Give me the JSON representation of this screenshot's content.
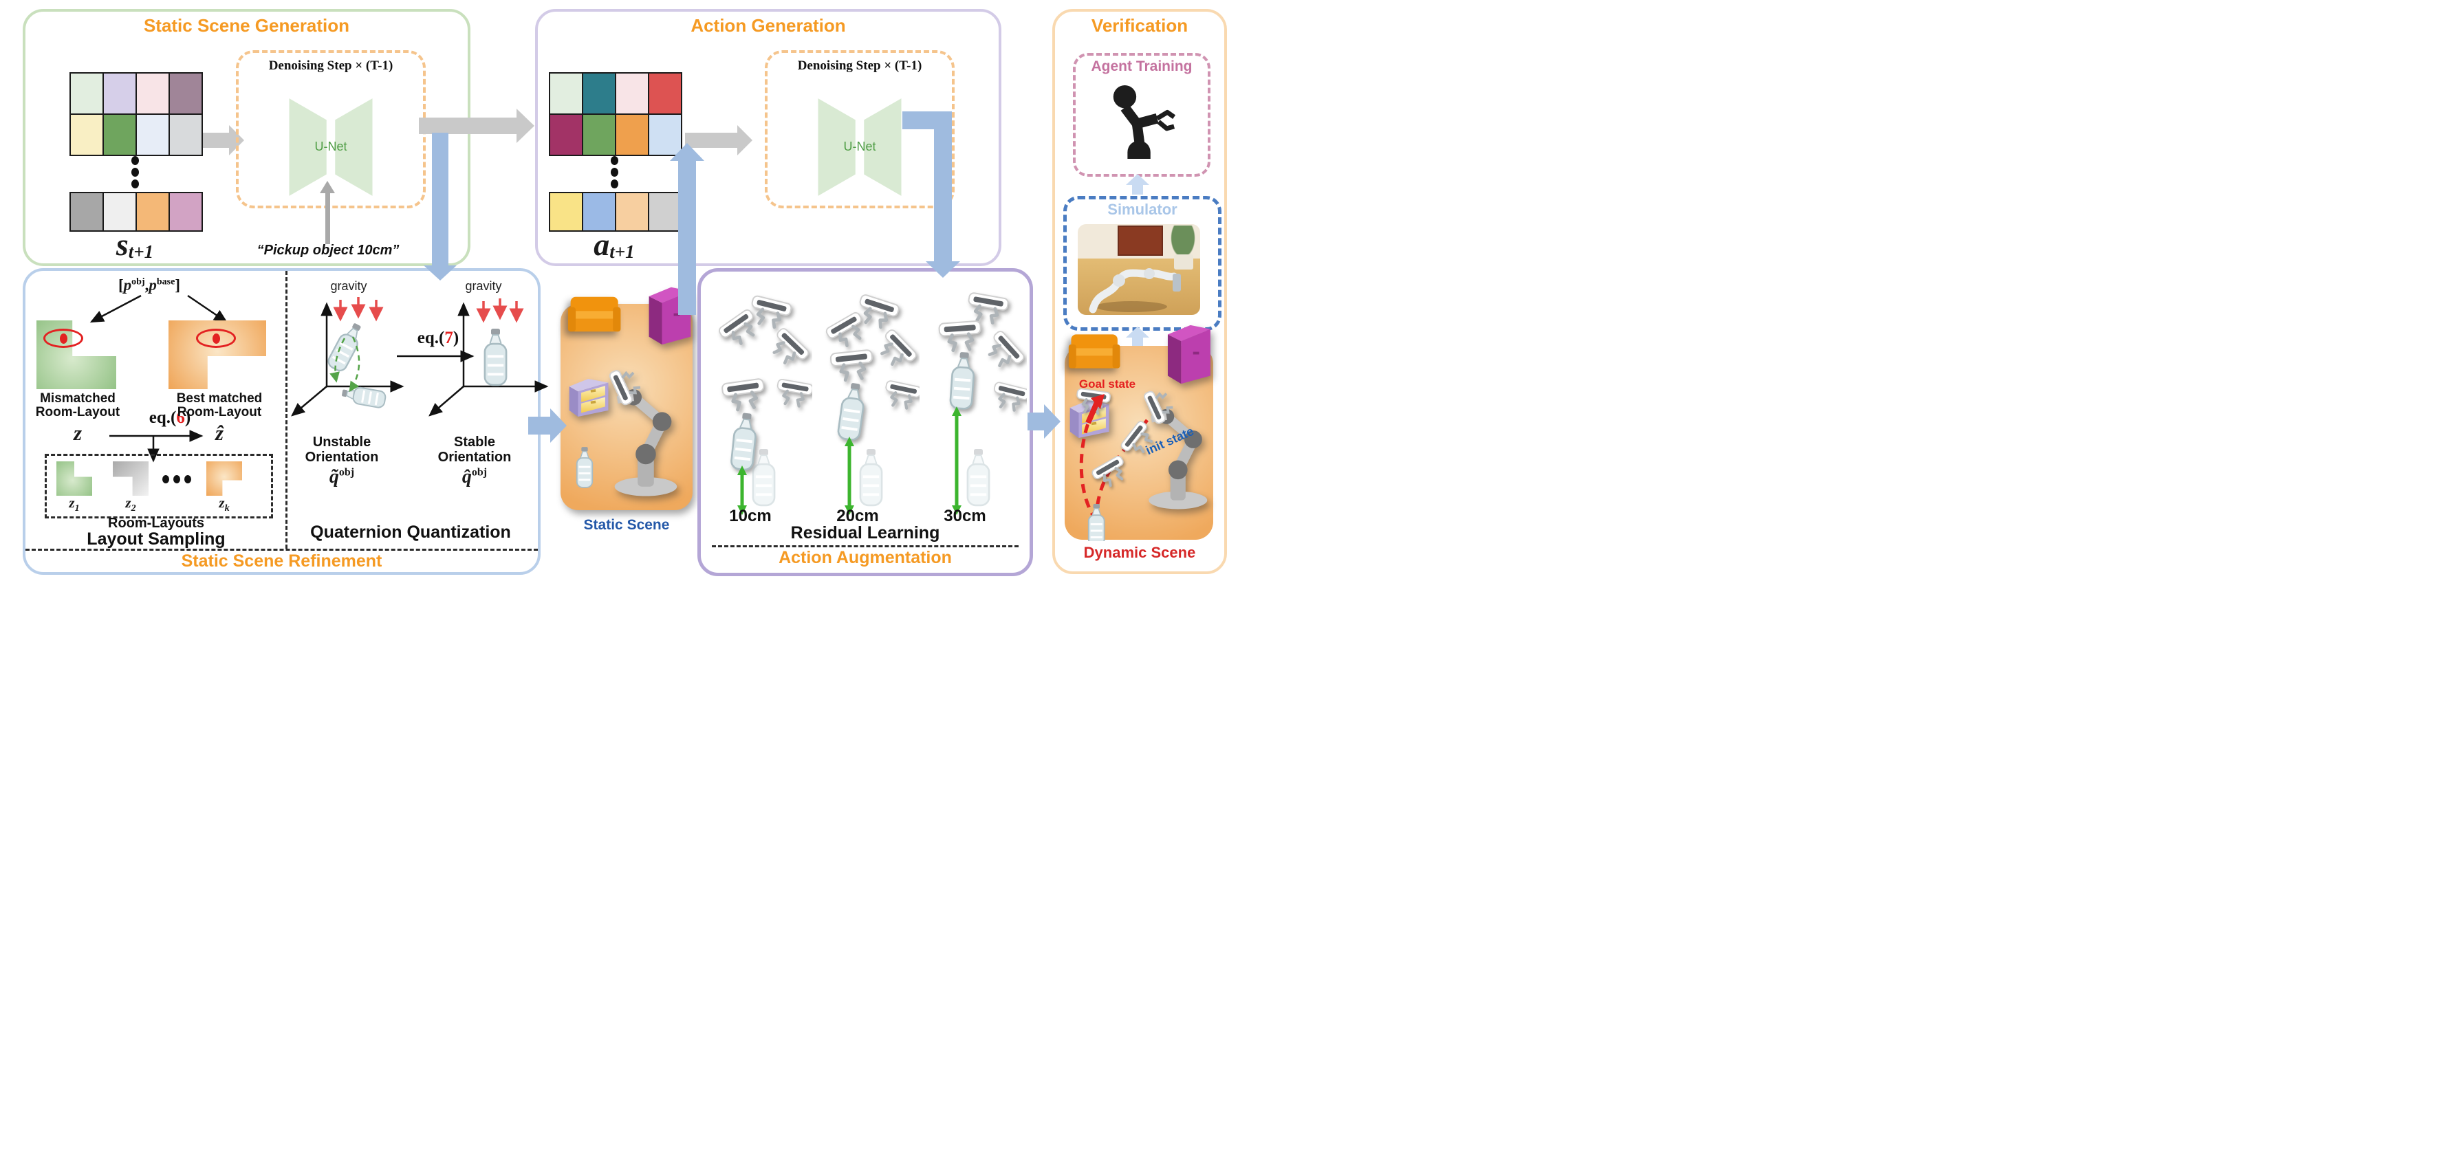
{
  "colors": {
    "accent_orange": "#F59A23",
    "panel_green": "#c9e0bd",
    "panel_purple": "#d3cbe7",
    "panel_residual": "#b4a6d6",
    "panel_verif": "#f9d9b0",
    "panel_refine": "#b9cfea",
    "denoise_dash": "#f5c48c",
    "unet_fill": "#d9ead3",
    "unet_text": "#4f9d45",
    "arrow_gray": "#c9c9c9",
    "arrow_blue": "#9fbbdf",
    "arrow_blue_light": "#c9dbf2",
    "agent_pink_border": "#d093b1",
    "agent_pink_text": "#c4729f",
    "sim_border": "#4a7cc2",
    "sim_text": "#a9c6e8",
    "static_blue": "#2458a8",
    "dyn_red": "#d62828",
    "goal_red": "#e41f1f",
    "init_blue": "#1a5fb8",
    "green_arrow": "#3cb52e",
    "eq_red": "#e41f1f"
  },
  "panels": {
    "static_scene_generation": {
      "title": "Static Scene Generation",
      "denoising_label": "Denoising Step × (T-1)",
      "unet_label": "U-Net",
      "state_symbol": "s",
      "state_subscript": "t+1",
      "prompt": "“Pickup object 10cm”",
      "grid_top": [
        [
          "#e2eee0",
          "#d6cfe9",
          "#f8e4e7",
          "#a08598"
        ],
        [
          "#f9efc4",
          "#6fa55e",
          "#e7edf7",
          "#d8dadc"
        ]
      ],
      "grid_bottom": [
        "#a7a7a7",
        "#efefef",
        "#f4b877",
        "#d2a3c4"
      ]
    },
    "action_generation": {
      "title": "Action Generation",
      "denoising_label": "Denoising Step × (T-1)",
      "unet_label": "U-Net",
      "action_symbol": "a",
      "action_subscript": "t+1",
      "grid_top": [
        [
          "#e2eee0",
          "#2d7d8b",
          "#f8e4e7",
          "#dd5352"
        ],
        [
          "#a23366",
          "#6fa55e",
          "#efa04d",
          "#cfe0f3"
        ]
      ],
      "grid_bottom": [
        "#f9e387",
        "#9bbae6",
        "#f7cfa0",
        "#d0d0d0"
      ]
    },
    "verification": {
      "title": "Verification",
      "agent_training_label": "Agent Training",
      "simulator_label": "Simulator",
      "goal_state_label": "Goal state",
      "init_state_label": "init state",
      "dynamic_scene_label": "Dynamic Scene"
    },
    "refinement": {
      "title": "Static Scene Refinement",
      "layout_sampling": {
        "pose_open": "[",
        "p1": "p",
        "p1_sup": "obj",
        "comma": ",",
        "p2": "p",
        "p2_sup": "base",
        "pose_close": "]",
        "mismatched": "Mismatched\nRoom-Layout",
        "matched": "Best matched\nRoom-Layout",
        "z_label": "z",
        "z_hat_label": "ẑ",
        "eq6_pre": "eq.(",
        "eq6_num": "6",
        "eq6_post": ")",
        "z1": "z",
        "z1_sub": "1",
        "z2": "z",
        "z2_sub": "2",
        "zk": "z",
        "zk_sub": "k",
        "room_layouts": "Room-Layouts",
        "section_title": "Layout Sampling"
      },
      "quaternion": {
        "gravity_left": "gravity",
        "gravity_right": "gravity",
        "eq7_pre": "eq.(",
        "eq7_num": "7",
        "eq7_post": ")",
        "unstable": "Unstable\nOrientation",
        "stable": "Stable\nOrientation",
        "q_tilde": "q̃",
        "q_tilde_sup": "obj",
        "q_hat": "q̂",
        "q_hat_sup": "obj",
        "section_title": "Quaternion Quantization"
      }
    },
    "static_scene": {
      "label": "Static Scene"
    },
    "residual": {
      "heights": [
        "10cm",
        "20cm",
        "30cm"
      ],
      "title": "Residual Learning",
      "augmentation_title": "Action Augmentation"
    }
  }
}
